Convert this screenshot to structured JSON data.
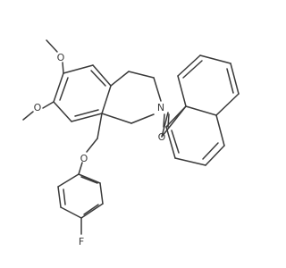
{
  "molecule": {
    "atoms": {
      "o_methoxy_top": "O",
      "o_methoxy_left": "O",
      "n_ring": "N",
      "o_carbonyl": "O",
      "o_ether": "O",
      "f_fluoro": "F"
    },
    "colors": {
      "bond": "#3a3a3a",
      "label": "#3a3a3a",
      "background": "#ffffff"
    }
  }
}
